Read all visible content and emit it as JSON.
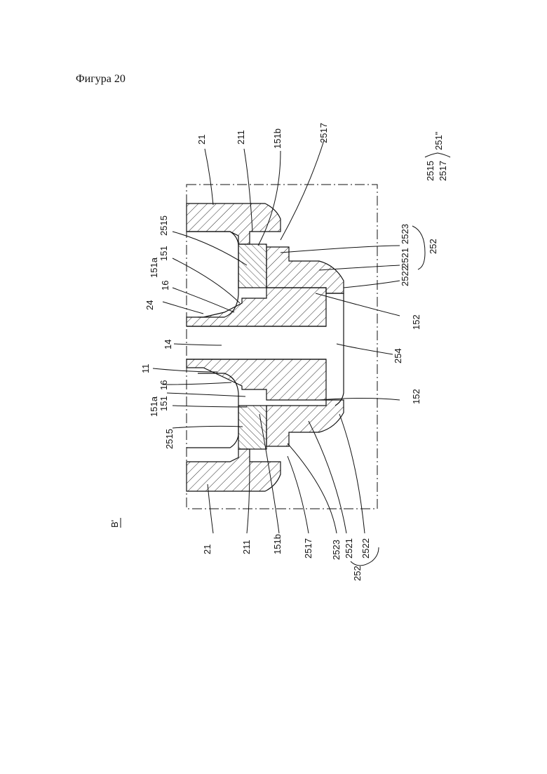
{
  "figure": {
    "title": "Фигура 20",
    "section_mark": "B'"
  },
  "legend_note": {
    "part_a": "2515",
    "part_b": "2517",
    "combined": "251\""
  },
  "labels": {
    "top": {
      "l21": "21",
      "l211": "211",
      "l151b": "151b",
      "l2517": "2517",
      "l2515": "2515",
      "l151": "151",
      "l151a": "151a",
      "l16": "16",
      "l24": "24",
      "l2523": "2523",
      "l2521": "2521",
      "l2522": "2522",
      "l252": "252",
      "l152": "152",
      "l254": "254"
    },
    "middle": {
      "l14": "14",
      "l11": "11"
    },
    "bottom": {
      "l16": "16",
      "l151a": "151a",
      "l151": "151",
      "l2515": "2515",
      "l21": "21",
      "l211": "211",
      "l151b": "151b",
      "l2517": "2517",
      "l2523": "2523",
      "l2521": "2521",
      "l2522": "2522",
      "l252": "252",
      "l152": "152"
    }
  }
}
